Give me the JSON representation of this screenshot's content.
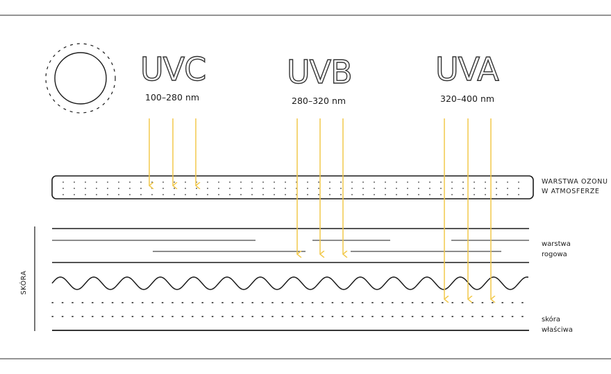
{
  "colors": {
    "ray": "#f2c94c",
    "ink": "#1a1a1a",
    "frame": "#555555"
  },
  "icons": {
    "sun": "sun-icon"
  },
  "bands": [
    {
      "title": "UVC",
      "range": "100–280 nm"
    },
    {
      "title": "UVB",
      "range": "280–320 nm"
    },
    {
      "title": "UVA",
      "range": "320–400 nm"
    }
  ],
  "labels": {
    "ozone_line1": "WARSTWA OZONU",
    "ozone_line2": "W ATMOSFERZE",
    "horny_line1": "warstwa",
    "horny_line2": "rogowa",
    "dermis_line1": "skóra",
    "dermis_line2": "właściwa",
    "skin": "SKÓRA"
  }
}
